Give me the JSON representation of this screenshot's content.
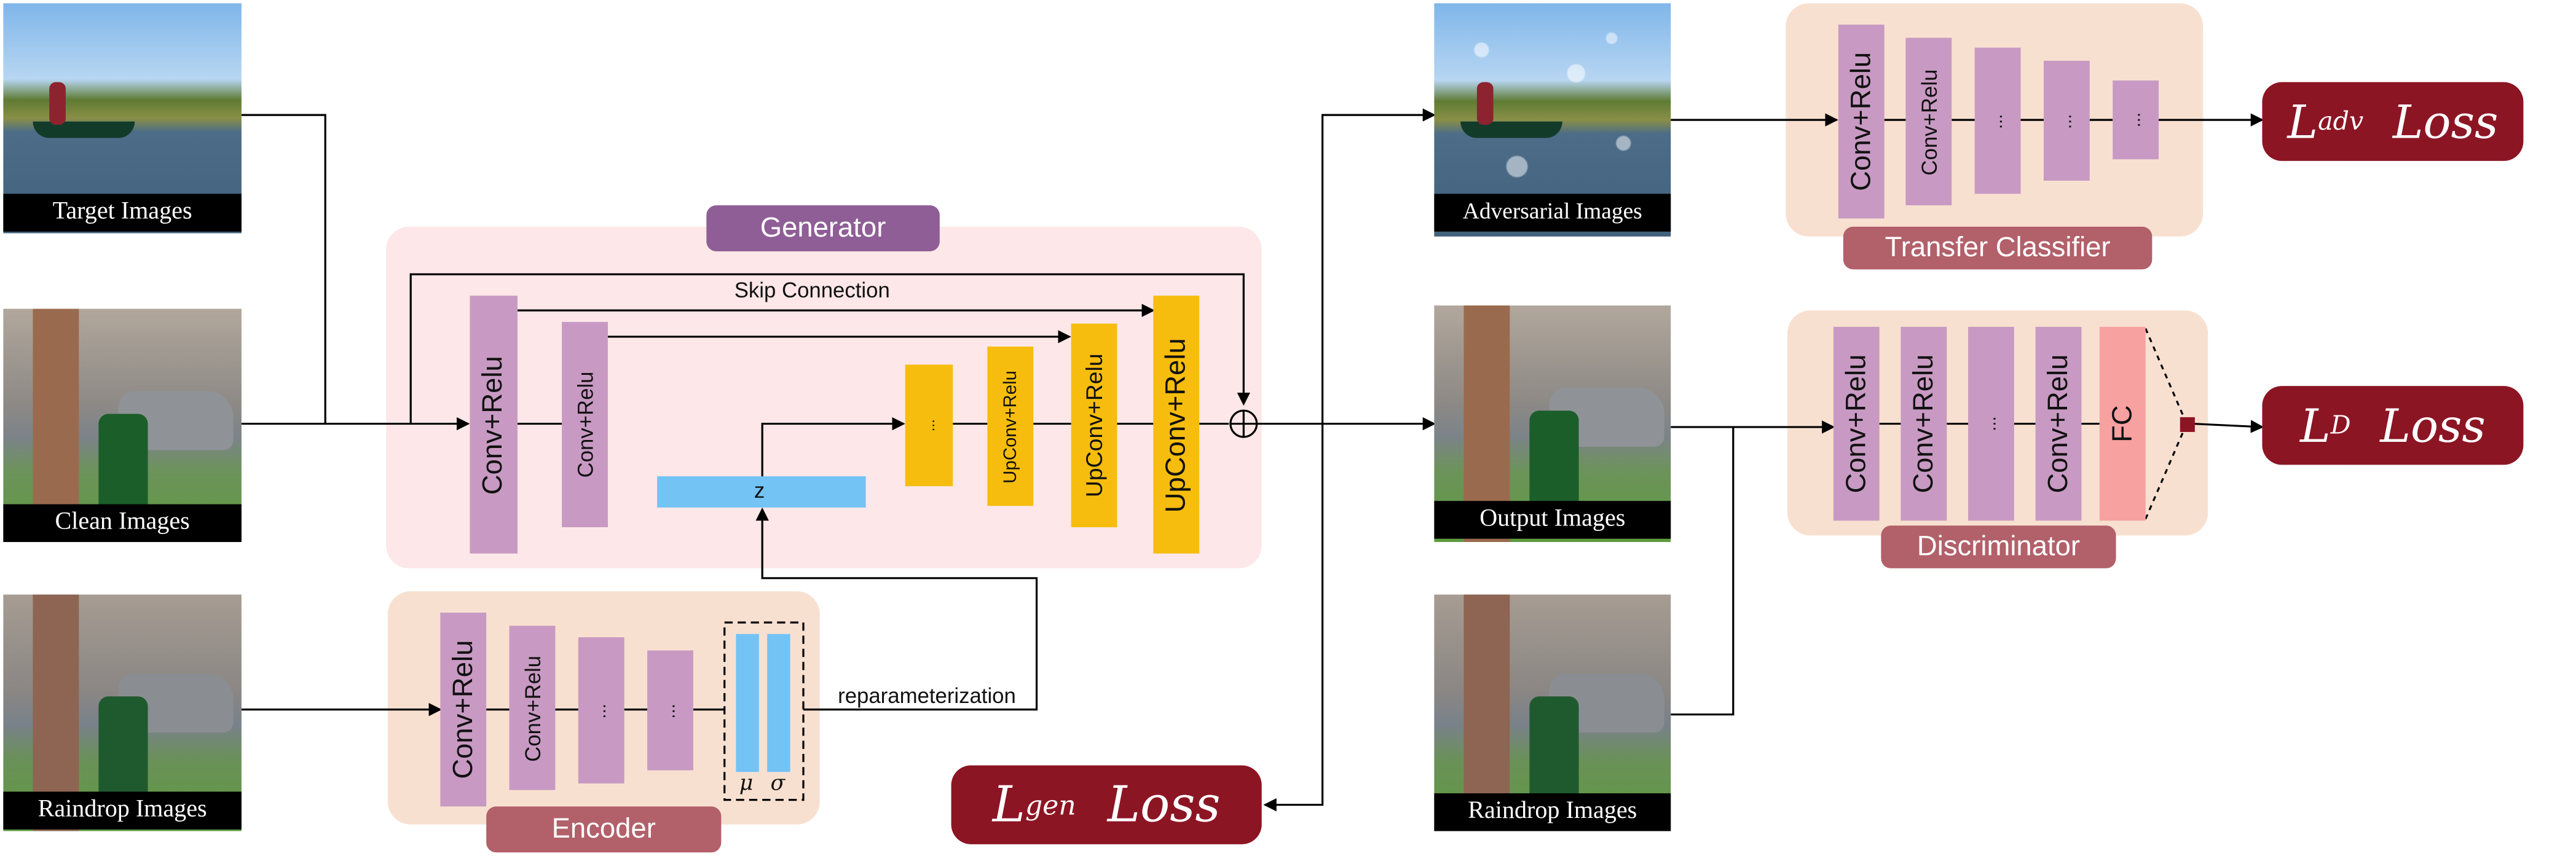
{
  "images": {
    "target": "Target Images",
    "clean": "Clean Images",
    "raindrop_left": "Raindrop Images",
    "adversarial": "Adversarial Images",
    "output": "Output Images",
    "raindrop_right": "Raindrop Images"
  },
  "generator": {
    "title": "Generator",
    "skip_connection": "Skip Connection",
    "layers": [
      "Conv+Relu",
      "Conv+Relu",
      "...",
      "UpConv+Relu",
      "UpConv+Relu",
      "UpConv+Relu"
    ],
    "latent": "z"
  },
  "encoder": {
    "title": "Encoder",
    "layers": [
      "Conv+Relu",
      "Conv+Relu",
      "...",
      "..."
    ],
    "mu": "μ",
    "sigma": "σ",
    "reparam": "reparameterization"
  },
  "classifier": {
    "title": "Transfer Classifier",
    "layers": [
      "Conv+Relu",
      "Conv+Relu",
      "...",
      "...",
      "..."
    ]
  },
  "discriminator": {
    "title": "Discriminator",
    "layers": [
      "Conv+Relu",
      "Conv+Relu",
      "...",
      "Conv+Relu",
      "FC"
    ]
  },
  "losses": {
    "adv": {
      "main": "L",
      "sub": "adv",
      "word": "Loss"
    },
    "d": {
      "main": "L",
      "sub": "D",
      "word": "Loss"
    },
    "gen": {
      "main": "L",
      "sub": "gen",
      "word": "Loss"
    }
  },
  "colors": {
    "panel_generator": "#fde7e8",
    "panel_block": "#f8e0d0",
    "pill_purple": "#8f5e96",
    "pill_rose": "#b2606a",
    "loss_red": "#8c1524",
    "fc_salmon": "#f7a1a1"
  }
}
